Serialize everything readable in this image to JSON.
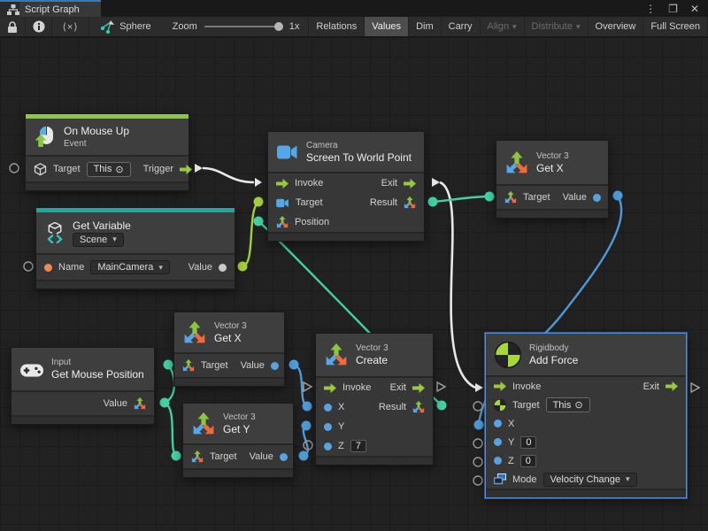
{
  "tab": {
    "title": "Script Graph"
  },
  "window_controls": {
    "kebab": "⋮",
    "maximize": "❐",
    "close": "✕"
  },
  "icons": {
    "dropdown": "▾",
    "target_dot": "⊙",
    "carets": "⟨×⟩"
  },
  "toolbar": {
    "graph_name": "Sphere",
    "zoom_label": "Zoom",
    "zoom_value": "1x",
    "relations": "Relations",
    "values": "Values",
    "dim": "Dim",
    "carry": "Carry",
    "align": "Align",
    "distribute": "Distribute",
    "overview": "Overview",
    "fullscreen": "Full Screen"
  },
  "nodes": {
    "on_mouse_up": {
      "title": "On Mouse Up",
      "subtitle": "Event",
      "target": "Target",
      "this_value": "This",
      "trigger": "Trigger"
    },
    "get_variable": {
      "title": "Get Variable",
      "scope": "Scene",
      "name": "Name",
      "name_value": "MainCamera",
      "value": "Value"
    },
    "camera": {
      "category": "Camera",
      "title": "Screen To World Point",
      "invoke": "Invoke",
      "exit": "Exit",
      "target": "Target",
      "result": "Result",
      "position": "Position"
    },
    "get_x_top": {
      "category": "Vector 3",
      "title": "Get X",
      "target": "Target",
      "value": "Value"
    },
    "get_mouse_position": {
      "category": "Input",
      "title": "Get Mouse Position",
      "value": "Value"
    },
    "get_x_mid": {
      "category": "Vector 3",
      "title": "Get X",
      "target": "Target",
      "value": "Value"
    },
    "get_y": {
      "category": "Vector 3",
      "title": "Get Y",
      "target": "Target",
      "value": "Value"
    },
    "create": {
      "category": "Vector 3",
      "title": "Create",
      "invoke": "Invoke",
      "exit": "Exit",
      "x": "X",
      "y": "Y",
      "z": "Z",
      "z_value": "7",
      "result": "Result"
    },
    "add_force": {
      "category": "Rigidbody",
      "title": "Add Force",
      "invoke": "Invoke",
      "exit": "Exit",
      "target": "Target",
      "this_value": "This",
      "x": "X",
      "y": "Y",
      "y_value": "0",
      "z": "Z",
      "z_value": "0",
      "mode": "Mode",
      "mode_value": "Velocity Change"
    }
  },
  "colors": {
    "event_accent": "#8dc73f",
    "variable_accent": "#1fa8a0",
    "flow_wire": "#e8e8e8",
    "vector3_wire": "#43d1a4",
    "object_wire": "#a4cf3c",
    "float_wire": "#4e9bd8",
    "selection": "#4f8fdd"
  }
}
